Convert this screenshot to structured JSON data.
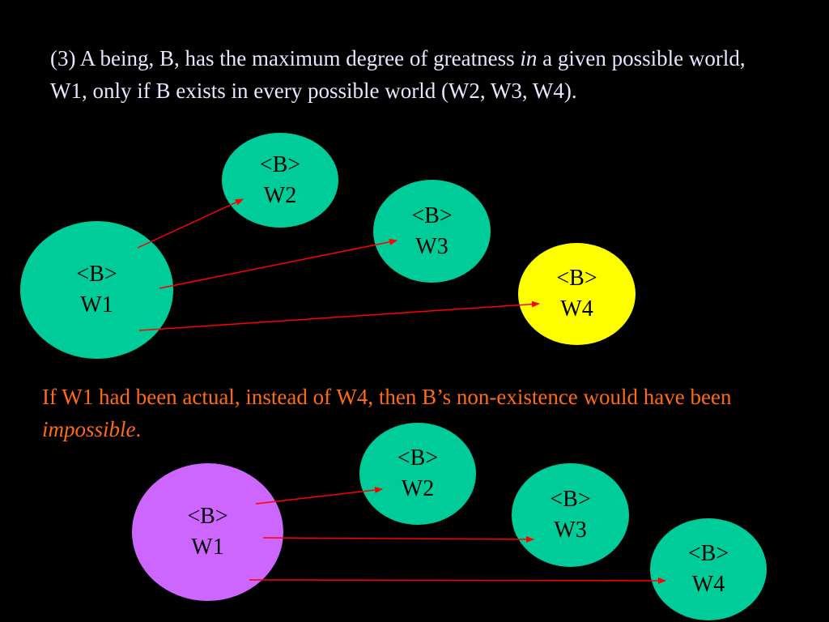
{
  "premise": {
    "part1": "(3) A being, B, has the maximum degree of greatness ",
    "italic": "in",
    "part2": " a given possible world, W1,  only if B exists in every possible world (W2, W3, W4)."
  },
  "conclusion": {
    "part1": "If W1 had been actual, instead of W4, then B’s non-existence would have been ",
    "italic": "impossible",
    "part2": "."
  },
  "colors": {
    "green": "#00cc99",
    "yellow": "#ffff00",
    "purple": "#cc66ff",
    "arrow": "#ff0000",
    "premise_text": "#e6e6ff",
    "conclusion_text": "#ff6a13"
  },
  "diagram_top": {
    "nodes": {
      "w1": {
        "top": "<B>",
        "label": "W1"
      },
      "w2": {
        "top": "<B>",
        "label": "W2"
      },
      "w3": {
        "top": "<B>",
        "label": "W3"
      },
      "w4": {
        "top": "<B>",
        "label": "W4"
      }
    }
  },
  "diagram_bottom": {
    "nodes": {
      "w1": {
        "top": "<B>",
        "label": "W1"
      },
      "w2": {
        "top": "<B>",
        "label": "W2"
      },
      "w3": {
        "top": "<B>",
        "label": "W3"
      },
      "w4": {
        "top": "<B>",
        "label": "W4"
      }
    }
  }
}
